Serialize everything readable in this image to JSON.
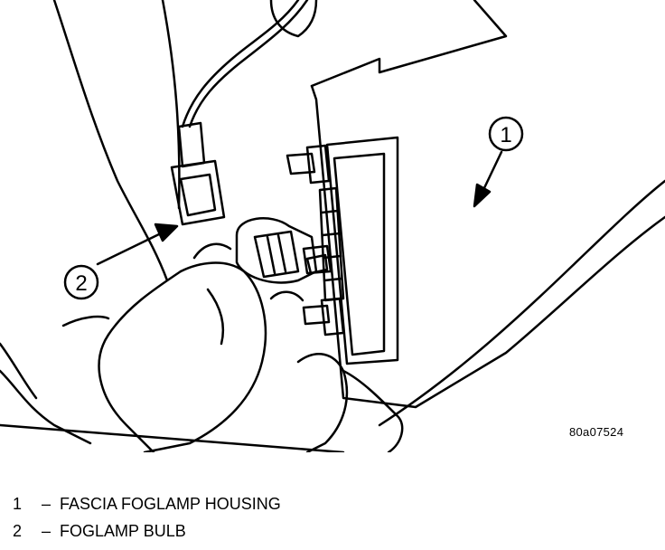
{
  "figure": {
    "reference_code": "80a07524",
    "callouts": [
      {
        "number": "1",
        "target": "fascia-foglamp-housing"
      },
      {
        "number": "2",
        "target": "foglamp-bulb"
      }
    ]
  },
  "legend": [
    {
      "number": "1",
      "separator": "–",
      "label": "FASCIA FOGLAMP HOUSING"
    },
    {
      "number": "2",
      "separator": "–",
      "label": "FOGLAMP BULB"
    }
  ]
}
